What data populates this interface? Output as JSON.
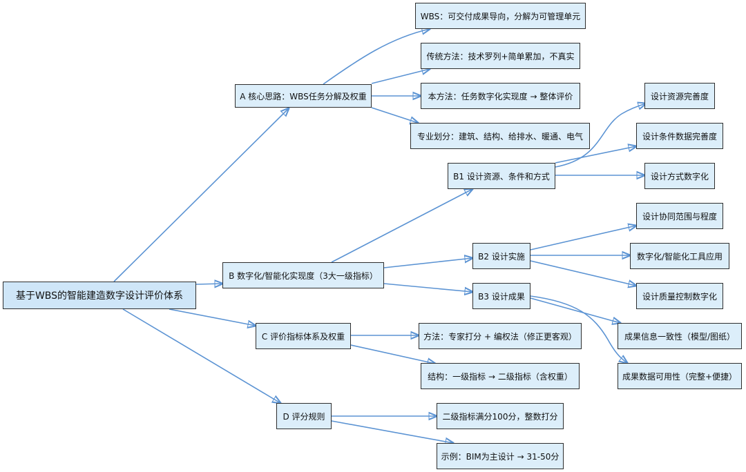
{
  "colors": {
    "node_fill": "#dceefa",
    "node_border": "#2c2c2c",
    "edge": "#5b93d3"
  },
  "root": {
    "label": "基于WBS的智能建造数字设计评价体系"
  },
  "branches": {
    "a": {
      "label": "A 核心思路：WBS任务分解及权重",
      "children": [
        "WBS：可交付成果导向，分解为可管理单元",
        "传统方法：技术罗列+简单累加，不真实",
        "本方法：任务数字化实现度 → 整体评价",
        "专业划分：建筑、结构、给排水、暖通、电气"
      ]
    },
    "b": {
      "label": "B 数字化/智能化实现度（3大一级指标）",
      "b1": {
        "label": "B1 设计资源、条件和方式",
        "children": [
          "设计资源完善度",
          "设计条件数据完善度",
          "设计方式数字化"
        ]
      },
      "b2": {
        "label": "B2 设计实施",
        "children": [
          "设计协同范围与程度",
          "数字化/智能化工具应用",
          "设计质量控制数字化"
        ]
      },
      "b3": {
        "label": "B3 设计成果",
        "children": [
          "成果信息一致性（模型/图纸）",
          "成果数据可用性（完整+便捷）"
        ]
      }
    },
    "c": {
      "label": "C 评价指标体系及权重",
      "children": [
        "方法：专家打分 + 编权法（修正更客观）",
        "结构：一级指标 → 二级指标（含权重）"
      ]
    },
    "d": {
      "label": "D 评分规则",
      "children": [
        "二级指标满分100分，整数打分",
        "示例：BIM为主设计 → 31-50分"
      ]
    }
  }
}
